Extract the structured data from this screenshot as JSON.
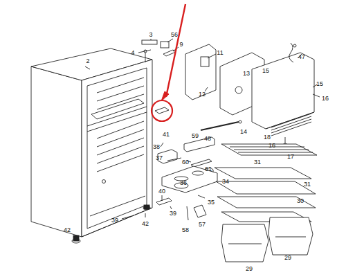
{
  "diagram": {
    "labels": [
      "2",
      "3",
      "56",
      "4",
      "9",
      "11",
      "47",
      "13",
      "15",
      "15",
      "16",
      "12",
      "16",
      "17",
      "14",
      "48",
      "59",
      "18",
      "41",
      "38",
      "37",
      "60",
      "61",
      "31",
      "31",
      "30",
      "36",
      "34",
      "35",
      "40",
      "39",
      "39",
      "42",
      "42",
      "58",
      "57",
      "29",
      "29"
    ]
  }
}
